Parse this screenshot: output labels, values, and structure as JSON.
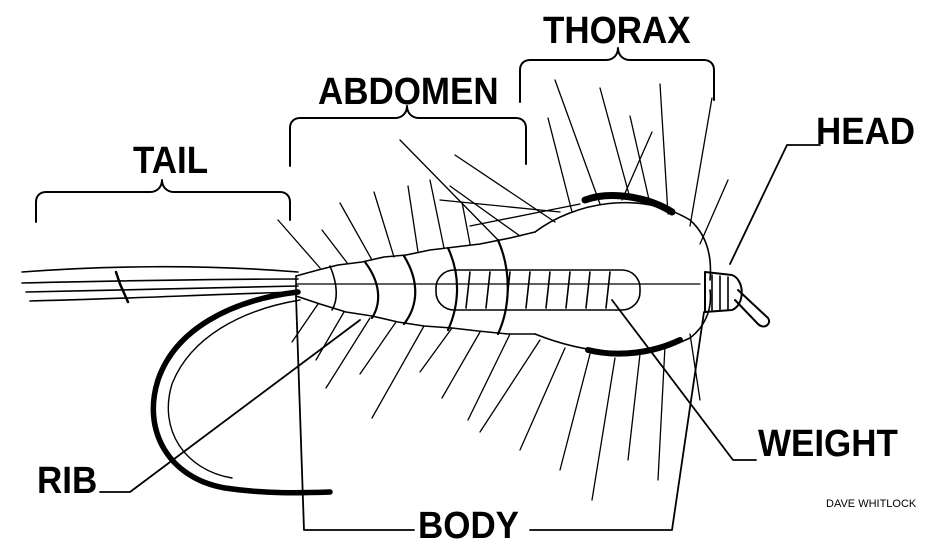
{
  "labels": {
    "tail": "TAIL",
    "abdomen": "ABDOMEN",
    "thorax": "THORAX",
    "head": "HEAD",
    "weight": "WEIGHT",
    "rib": "RIB",
    "body": "BODY"
  },
  "credit": "DAVE WHITLOCK",
  "colors": {
    "ink": "#000000",
    "paper": "#ffffff"
  }
}
